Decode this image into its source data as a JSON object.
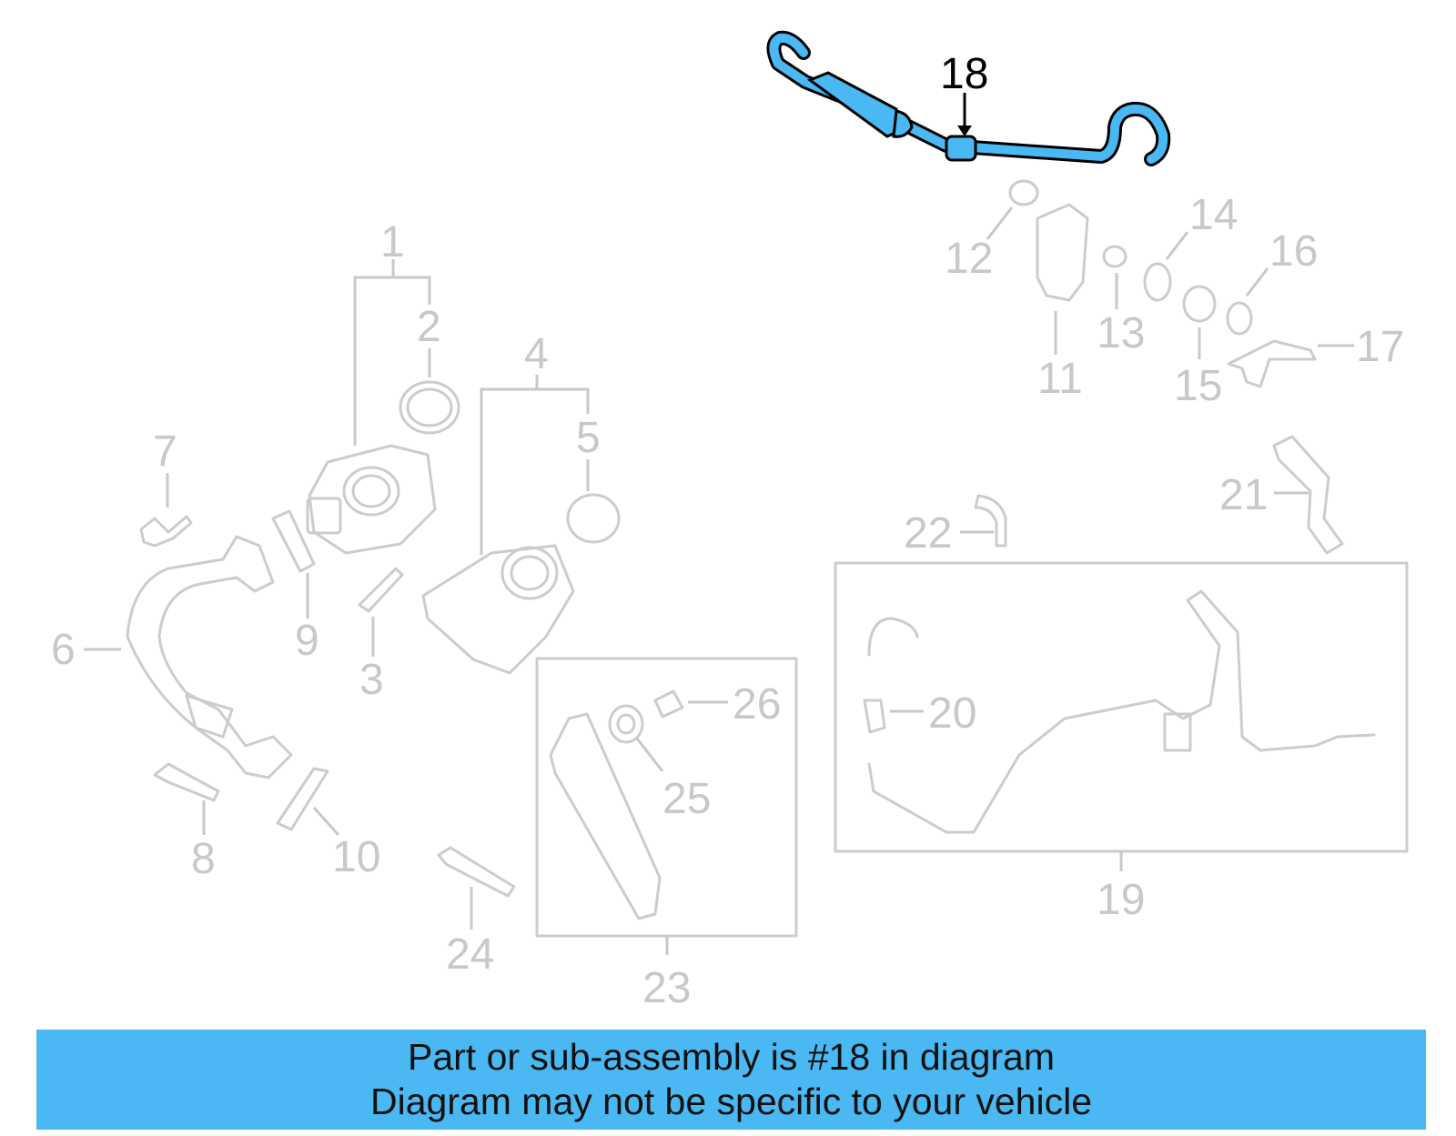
{
  "highlight_color": "#4ab8f2",
  "banner": {
    "line1": "Part or sub-assembly is #18 in diagram",
    "line2": "Diagram may not be specific to your vehicle"
  },
  "callouts": {
    "c1": "1",
    "c2": "2",
    "c3": "3",
    "c4": "4",
    "c5": "5",
    "c6": "6",
    "c7": "7",
    "c8": "8",
    "c9": "9",
    "c10": "10",
    "c11": "11",
    "c12": "12",
    "c13": "13",
    "c14": "14",
    "c15": "15",
    "c16": "16",
    "c17": "17",
    "c18": "18",
    "c19": "19",
    "c20": "20",
    "c21": "21",
    "c22": "22",
    "c23": "23",
    "c24": "24",
    "c25": "25",
    "c26": "26"
  },
  "highlighted_part": "18"
}
